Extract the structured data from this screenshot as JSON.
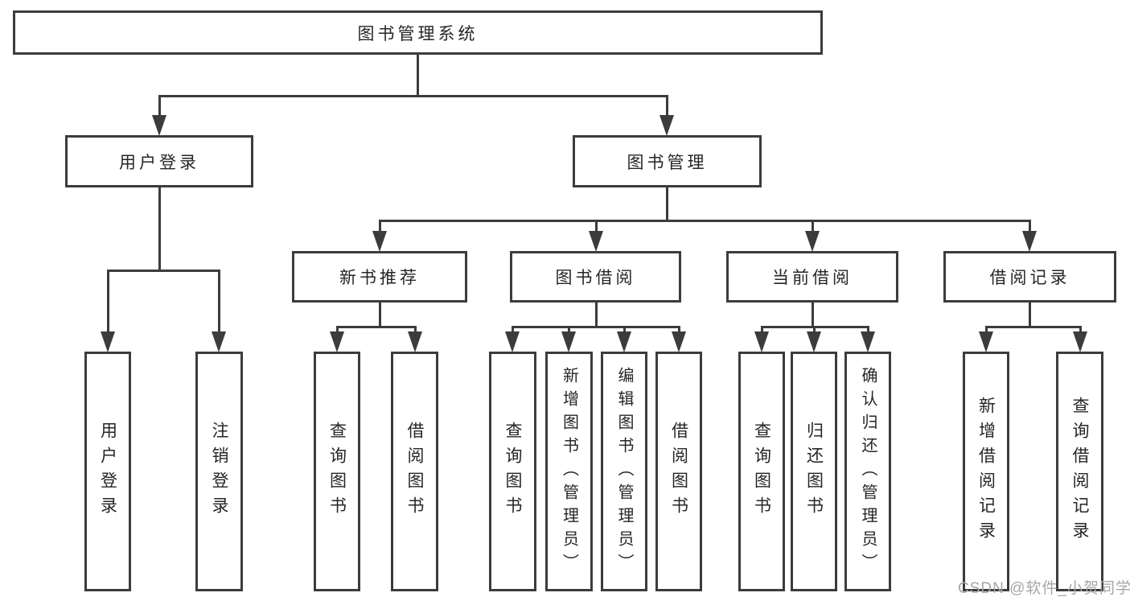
{
  "tree": {
    "root": "图书管理系统",
    "branches": [
      {
        "label": "用户登录",
        "children": [
          "用户登录",
          "注销登录"
        ]
      },
      {
        "label": "图书管理",
        "children": []
      }
    ],
    "modules": [
      {
        "label": "新书推荐",
        "children": [
          "查询图书",
          "借阅图书"
        ]
      },
      {
        "label": "图书借阅",
        "children": [
          "查询图书",
          "新增图书（管理员）",
          "编辑图书（管理员）",
          "借阅图书"
        ]
      },
      {
        "label": "当前借阅",
        "children": [
          "查询图书",
          "归还图书",
          "确认归还（管理员）"
        ]
      },
      {
        "label": "借阅记录",
        "children": [
          "新增借阅记录",
          "查询借阅记录"
        ]
      }
    ]
  },
  "watermark": "CSDN @软件_小贺同学",
  "colors": {
    "line": "#3c3c3c",
    "text": "#262626",
    "watermark": "#a6a6a6",
    "background": "#ffffff"
  }
}
